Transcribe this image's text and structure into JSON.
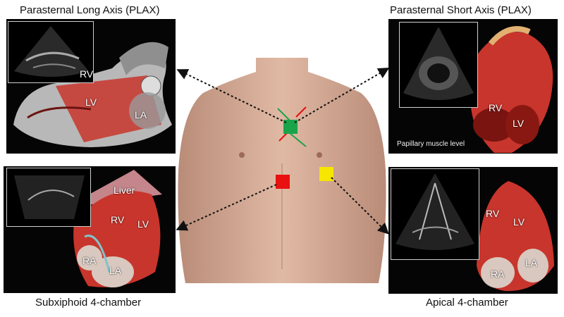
{
  "views": {
    "plax": {
      "title": "Parasternal Long Axis (PLAX)",
      "labels": [
        "RV",
        "LV",
        "LA"
      ]
    },
    "psax": {
      "title": "Parasternal Short Axis (PLAX)",
      "labels": [
        "RV",
        "LV"
      ],
      "note": "Papillary muscle level"
    },
    "subxiphoid": {
      "title": "Subxiphoid 4-chamber",
      "labels": [
        "Liver",
        "RV",
        "LV",
        "RA",
        "LA"
      ]
    },
    "apical": {
      "title": "Apical 4-chamber",
      "labels": [
        "RV",
        "LV",
        "RA",
        "LA"
      ]
    }
  },
  "markers": {
    "parasternal": {
      "color": "#1aa44a"
    },
    "subxiphoid": {
      "color": "#e81010"
    },
    "apical": {
      "color": "#f7e600"
    }
  },
  "colors": {
    "tissue_red": "#c8352c",
    "vessel_grey": "#9a9a9a",
    "background": "#ffffff"
  }
}
